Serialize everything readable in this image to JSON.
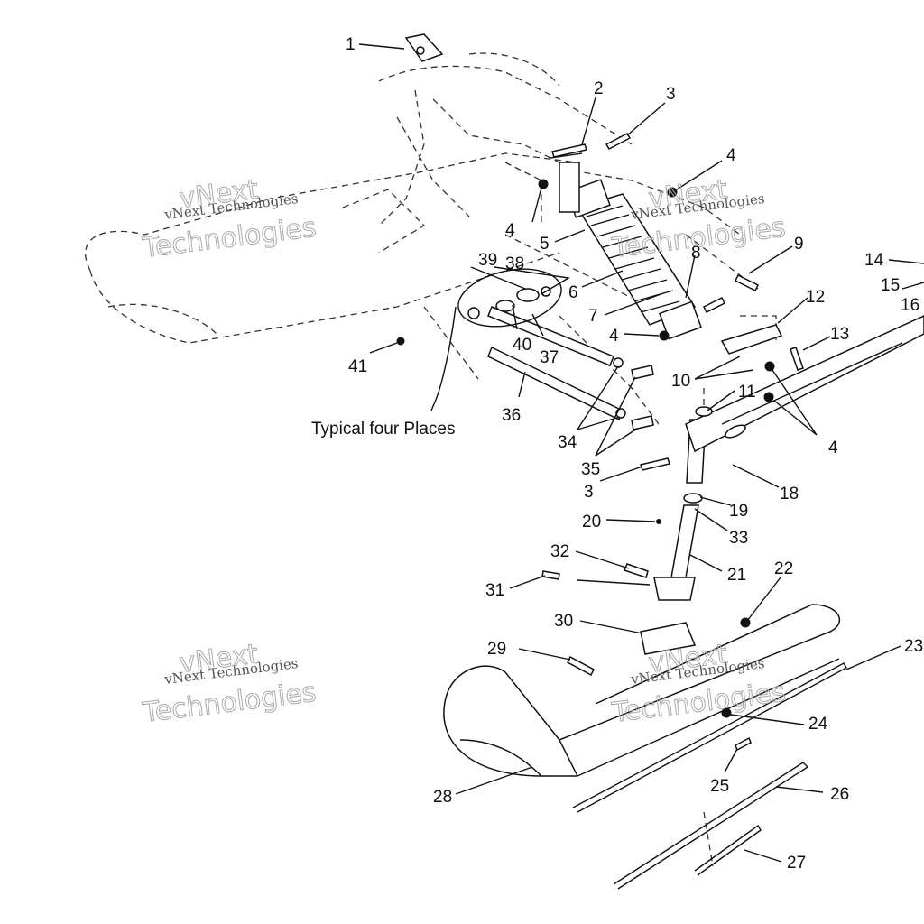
{
  "watermarks": [
    {
      "line1": "vNext Technologies",
      "line2": "vNext\nTechnologies"
    },
    {
      "line1": "vNext Technologies",
      "line2": "vNext\nTechnologies"
    },
    {
      "line1": "vNext Technologies",
      "line2": "vNext\nTechnologies"
    },
    {
      "line1": "vNext Technologies",
      "line2": "vNext\nTechnologies"
    }
  ],
  "note": "Typical four Places",
  "callouts": [
    "1",
    "2",
    "3",
    "4",
    "4",
    "5",
    "6",
    "7",
    "8",
    "9",
    "14",
    "15",
    "16",
    "12",
    "13",
    "10",
    "11",
    "4",
    "4",
    "39",
    "38",
    "40",
    "37",
    "41",
    "36",
    "34",
    "35",
    "3",
    "18",
    "19",
    "20",
    "33",
    "32",
    "21",
    "31",
    "22",
    "30",
    "29",
    "23",
    "24",
    "25",
    "28",
    "26",
    "27"
  ]
}
